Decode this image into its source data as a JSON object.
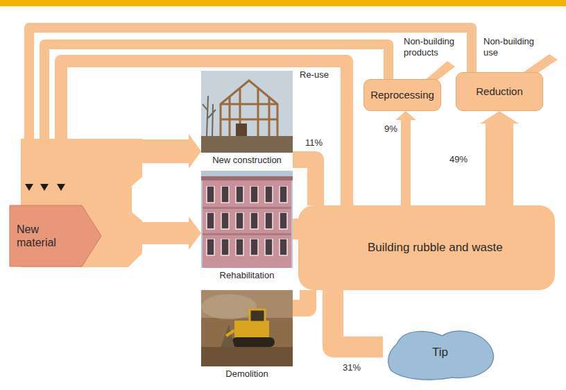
{
  "diagram": {
    "nodes": [
      {
        "text": [
          "New material"
        ]
      },
      {
        "text": [
          "New construction"
        ]
      },
      {
        "text": [
          "Rehabilitation"
        ]
      },
      {
        "text": [
          "Demolition"
        ]
      },
      {
        "text": [
          "Building rubble and waste"
        ]
      },
      {
        "text": [
          "Reprocessing"
        ]
      },
      {
        "text": [
          "Reduction"
        ]
      },
      {
        "text": [
          "Tip"
        ]
      }
    ],
    "edges": [
      {
        "from": 0,
        "to": 1,
        "arrow": "to"
      },
      {
        "from": 0,
        "to": 2,
        "arrow": "to"
      },
      {
        "from": 1,
        "to": 4,
        "arrow": "none"
      },
      {
        "from": 2,
        "to": 4,
        "arrow": "none"
      },
      {
        "from": 3,
        "to": 4,
        "arrow": "none"
      },
      {
        "from": 4,
        "to": 0,
        "label": "Re-use",
        "arrow": "to"
      },
      {
        "from": 4,
        "to": 5,
        "label": "9%",
        "arrow": "to"
      },
      {
        "from": 4,
        "to": 6,
        "label": "49%",
        "arrow": "to"
      },
      {
        "from": 4,
        "to": 7,
        "label": "31%",
        "arrow": "none"
      },
      {
        "from": 5,
        "to": 0,
        "arrow": "to"
      },
      {
        "from": 6,
        "to": 0,
        "arrow": "to"
      }
    ],
    "labels": [
      "11%",
      "Non-building products",
      "Non-building use"
    ]
  }
}
